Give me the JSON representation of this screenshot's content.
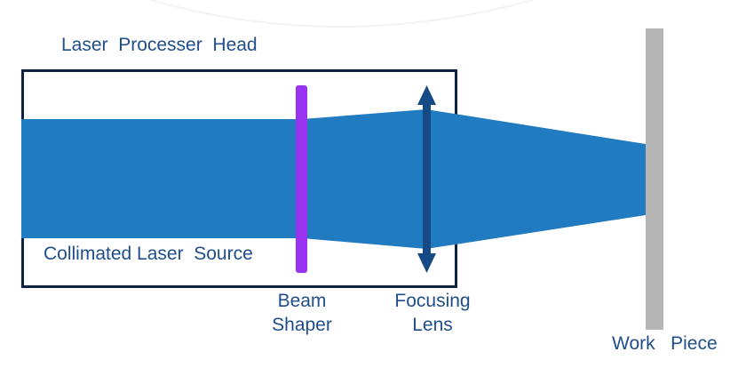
{
  "title": "Laser Processer Head",
  "labels": {
    "head": "Laser  Processer  Head",
    "source": "Collimated Laser  Source",
    "shaper_line1": "Beam",
    "shaper_line2": "Shaper",
    "lens_line1": "Focusing",
    "lens_line2": "Lens",
    "workpiece": "Work   Piece"
  },
  "components": [
    {
      "id": "laser-head-box",
      "name": "Laser Processer Head"
    },
    {
      "id": "laser-beam",
      "name": "Collimated Laser Source"
    },
    {
      "id": "beam-shaper",
      "name": "Beam Shaper"
    },
    {
      "id": "focusing-lens",
      "name": "Focusing Lens"
    },
    {
      "id": "work-piece",
      "name": "Work Piece"
    }
  ],
  "colors": {
    "beam": "#217bc1",
    "shaper": "#9933f0",
    "lens": "#164a86",
    "workpiece": "#b5b5b5",
    "box_border": "#0f2340",
    "text": "#1f4e8c"
  }
}
